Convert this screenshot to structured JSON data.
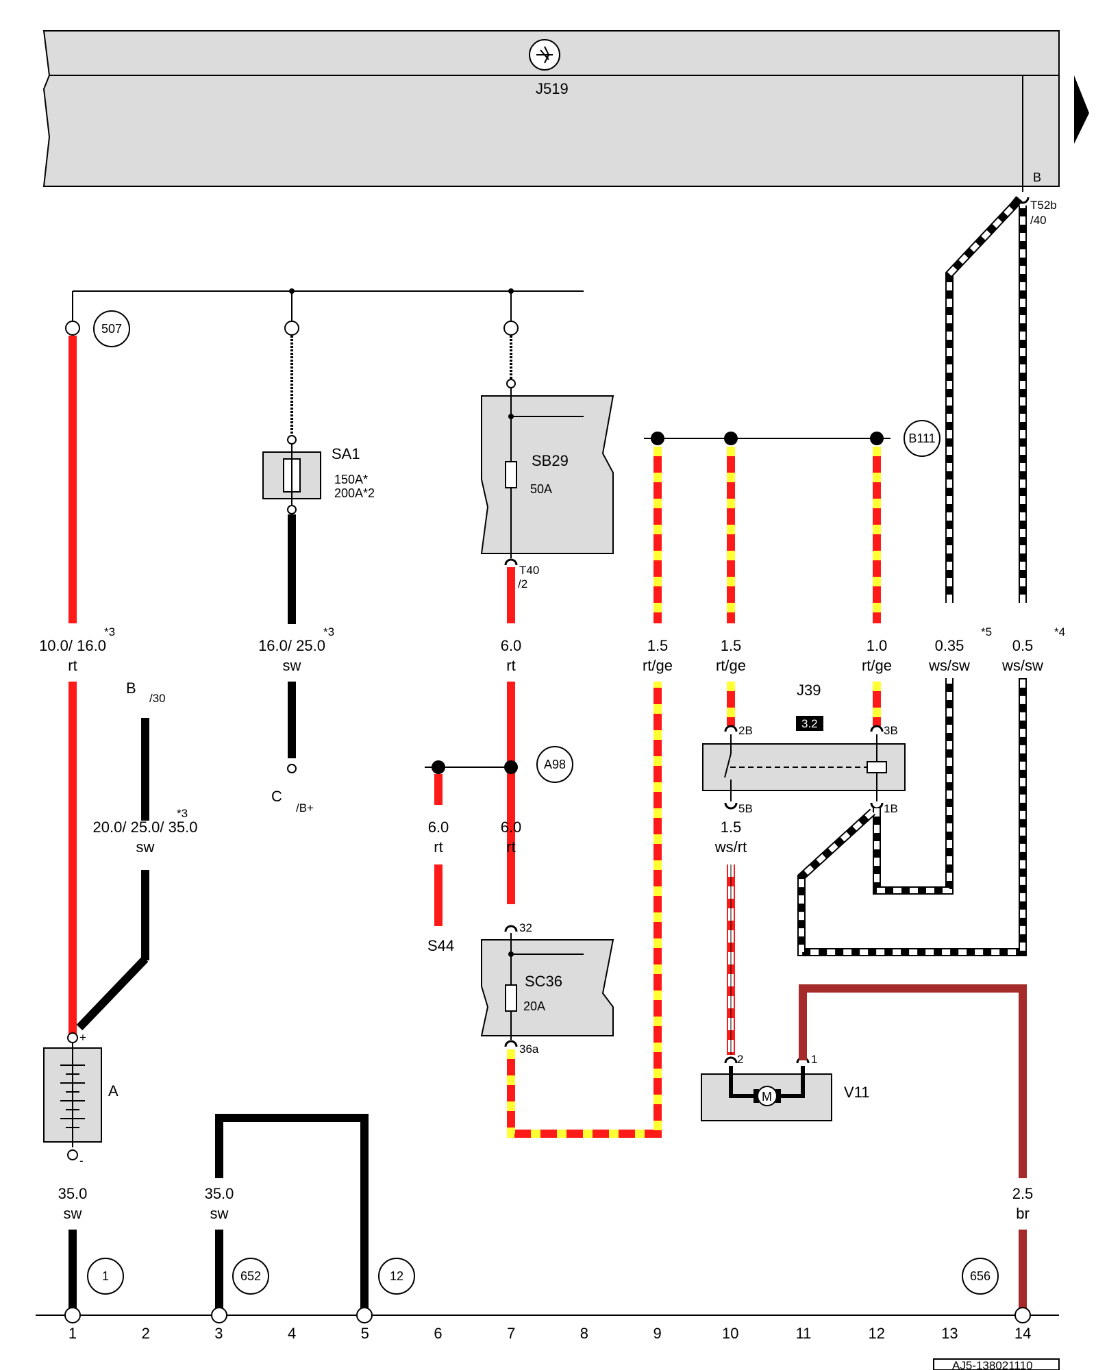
{
  "control_unit": {
    "name": "J519",
    "connector_b": "B",
    "connector_pin": "T52b",
    "connector_pin_no": "/40"
  },
  "components": {
    "SA1": {
      "name": "SA1",
      "rating_1": "150A*",
      "rating_2": "200A*2"
    },
    "SB29": {
      "name": "SB29",
      "rating": "50A",
      "pin": "T40",
      "pin_no": "/2"
    },
    "SC36": {
      "name": "SC36",
      "rating": "20A",
      "pin_in": "32",
      "pin_out": "36a"
    },
    "A": {
      "name": "A",
      "plus": "+",
      "minus": "-"
    },
    "J39": {
      "name": "J39",
      "badge": "3.2",
      "pins": [
        "2B",
        "3B",
        "5B",
        "1B"
      ]
    },
    "V11": {
      "name": "V11",
      "pin_2": "2",
      "pin_1": "1",
      "motor": "M"
    }
  },
  "terminals": {
    "B30": {
      "main": "B",
      "sub": "/30"
    },
    "CB": {
      "main": "C",
      "sub": "/B+"
    },
    "S44": {
      "main": "S44"
    }
  },
  "wire_labels": [
    {
      "id": "w1",
      "size": "10.0/ 16.0",
      "color": "rt",
      "note": "*3"
    },
    {
      "id": "w2",
      "size": "16.0/ 25.0",
      "color": "sw",
      "note": "*3"
    },
    {
      "id": "w3",
      "size": "6.0",
      "color": "rt",
      "note": ""
    },
    {
      "id": "w4",
      "size": "1.5",
      "color": "rt/ge",
      "note": ""
    },
    {
      "id": "w5",
      "size": "1.5",
      "color": "rt/ge",
      "note": ""
    },
    {
      "id": "w6",
      "size": "1.0",
      "color": "rt/ge",
      "note": ""
    },
    {
      "id": "w7",
      "size": "0.35",
      "color": "ws/sw",
      "note": "*5"
    },
    {
      "id": "w8",
      "size": "0.5",
      "color": "ws/sw",
      "note": "*4"
    },
    {
      "id": "w9",
      "size": "20.0/ 25.0/ 35.0",
      "color": "sw",
      "note": "*3"
    },
    {
      "id": "w10",
      "size": "6.0",
      "color": "rt",
      "note": ""
    },
    {
      "id": "w11",
      "size": "6.0",
      "color": "rt",
      "note": ""
    },
    {
      "id": "w12",
      "size": "1.5",
      "color": "ws/rt",
      "note": ""
    },
    {
      "id": "w13",
      "size": "35.0",
      "color": "sw",
      "note": ""
    },
    {
      "id": "w14",
      "size": "35.0",
      "color": "sw",
      "note": ""
    },
    {
      "id": "w15",
      "size": "2.5",
      "color": "br",
      "note": ""
    }
  ],
  "references": [
    "507",
    "B111",
    "A98",
    "1",
    "652",
    "12",
    "656"
  ],
  "tracks": [
    "1",
    "2",
    "3",
    "4",
    "5",
    "6",
    "7",
    "8",
    "9",
    "10",
    "11",
    "12",
    "13",
    "14"
  ],
  "footer_id": "AJ5-138021110",
  "colors": {
    "rt": "#ff1a1a",
    "ge": "#ffff33",
    "sw": "#000000",
    "ws": "#ffffff",
    "br": "#a52a2a",
    "panel": "#dcdcdc"
  }
}
